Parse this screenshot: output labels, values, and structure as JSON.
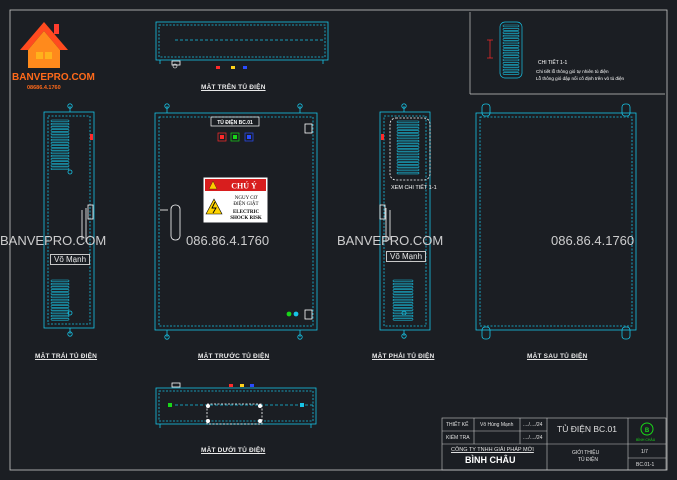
{
  "logo": {
    "name": "BANVEPRO.COM",
    "phone": "08686.4.1760",
    "colors": [
      "#ff3d2e",
      "#ff8a1c",
      "#ffb21c"
    ]
  },
  "watermark": {
    "left": "BANVEPRO.COM",
    "center_left": "086.86.4.1760",
    "center_right": "BANVEPRO.COM",
    "right": "086.86.4.1760"
  },
  "views": {
    "top": "MẶT TRÊN TỦ ĐIỆN",
    "left": "MẶT TRÁI TỦ ĐIỆN",
    "front": "MẶT TRƯỚC TỦ ĐIỆN",
    "right": "MẶT PHẢI TỦ ĐIỆN",
    "back": "MẶT SAU TỦ ĐIỆN",
    "bottom": "MẶT DƯỚI TỦ ĐIỆN"
  },
  "front_panel": {
    "title": "TỦ ĐIỆN BC.01",
    "warning_title": "CHÚ Ý",
    "warning_lines": [
      "NGUY CƠ",
      "ĐIỆN GIẬT",
      "ELECTRIC",
      "SHOCK RISK"
    ]
  },
  "side_tag": "Võ Mạnh",
  "detail_ref": "XEM CHI TIẾT 1-1",
  "detail": {
    "title": "CHI TIẾT 1-1",
    "line1": "Chi tiết lỗ thông gió tự nhiên tủ điện",
    "line2": "Lỗ thông gió dập nổi cố định trên vỏ tủ điện"
  },
  "title_block": {
    "designer_label": "THIẾT KẾ",
    "designer_name": "Võ Hùng Mạnh",
    "designer_date": "..../..../24",
    "checker_label": "KIỂM TRA",
    "checker_date": "..../..../24",
    "project": "TỦ ĐIỆN BC.01",
    "company": "CÔNG TY TNHH GIẢI PHÁP MỚI",
    "company_name": "BÌNH CHÂU",
    "content1": "GIỚI THIỆU",
    "content2": "TỦ ĐIỆN",
    "sheet": "1/7",
    "code": "BC.01-1",
    "brand": "BÌNH CHÂU"
  },
  "colors": {
    "line": "#17c4e6",
    "frame": "#c8c8c8",
    "red": "#ff2a2a",
    "green": "#19d619",
    "blue": "#2a4cff",
    "white": "#ffffff"
  }
}
